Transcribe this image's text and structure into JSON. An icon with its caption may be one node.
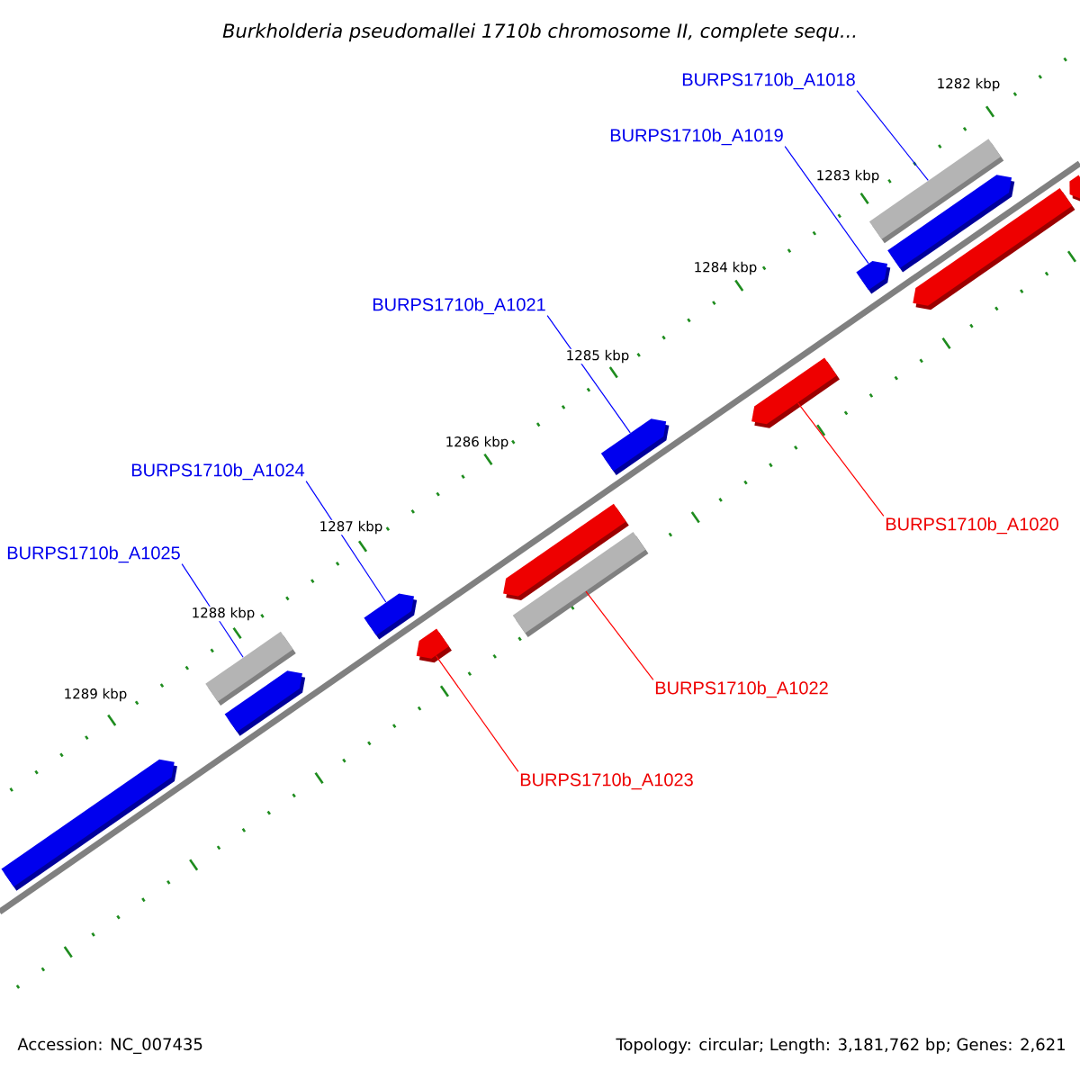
{
  "diagram": {
    "title": "Burkholderia pseudomallei 1710b chromosome II, complete sequ...",
    "nodes": [
      {
        "text": [
          "BURPS1710b_A1018"
        ]
      },
      {
        "text": [],
        "shape": "bar"
      },
      {
        "text": [
          "BURPS1710b_A1019"
        ]
      },
      {
        "text": [],
        "shape": "pentagon"
      },
      {
        "text": [],
        "shape": "pentagon"
      },
      {
        "text": [],
        "shape": "pentagon"
      },
      {
        "text": [],
        "shape": "pentagon"
      },
      {
        "text": [
          "BURPS1710b_A1021"
        ]
      },
      {
        "text": [],
        "shape": "pentagon"
      },
      {
        "text": [],
        "shape": "pentagon"
      },
      {
        "text": [
          "BURPS1710b_A1020"
        ]
      },
      {
        "text": [
          "BURPS1710b_A1024"
        ]
      },
      {
        "text": [],
        "shape": "pentagon"
      },
      {
        "text": [],
        "shape": "bar"
      },
      {
        "text": [],
        "shape": "pentagon"
      },
      {
        "text": [
          "BURPS1710b_A1025"
        ]
      },
      {
        "text": [],
        "shape": "pentagon"
      },
      {
        "text": [
          "BURPS1710b_A1022"
        ]
      },
      {
        "text": [],
        "shape": "bar"
      },
      {
        "text": [],
        "shape": "pentagon"
      },
      {
        "text": [
          "BURPS1710b_A1023"
        ]
      },
      {
        "text": [],
        "shape": "pentagon"
      }
    ],
    "edges": [
      {
        "from": 0,
        "to": 1,
        "arrow": "none",
        "color": "#0000ff"
      },
      {
        "from": 2,
        "to": 4,
        "arrow": "none",
        "color": "#0000ff"
      },
      {
        "from": 7,
        "to": 9,
        "arrow": "none",
        "color": "#0000ff"
      },
      {
        "from": 10,
        "to": 8,
        "arrow": "none",
        "color": "#ff0000"
      },
      {
        "from": 11,
        "to": 14,
        "arrow": "none",
        "color": "#0000ff"
      },
      {
        "from": 15,
        "to": 18,
        "arrow": "none",
        "color": "#0000ff"
      },
      {
        "from": 17,
        "to": 13,
        "arrow": "none",
        "color": "#ff0000"
      },
      {
        "from": 20,
        "to": 16,
        "arrow": "none",
        "color": "#ff0000"
      }
    ],
    "labels": [
      "1282 kbp",
      "1283 kbp",
      "1284 kbp",
      "1285 kbp",
      "1286 kbp",
      "1287 kbp",
      "1288 kbp",
      "1289 kbp",
      "Accession: NC_007435",
      "Topology: circular; Length: 3,181,762 bp; Genes: 2,621"
    ]
  }
}
